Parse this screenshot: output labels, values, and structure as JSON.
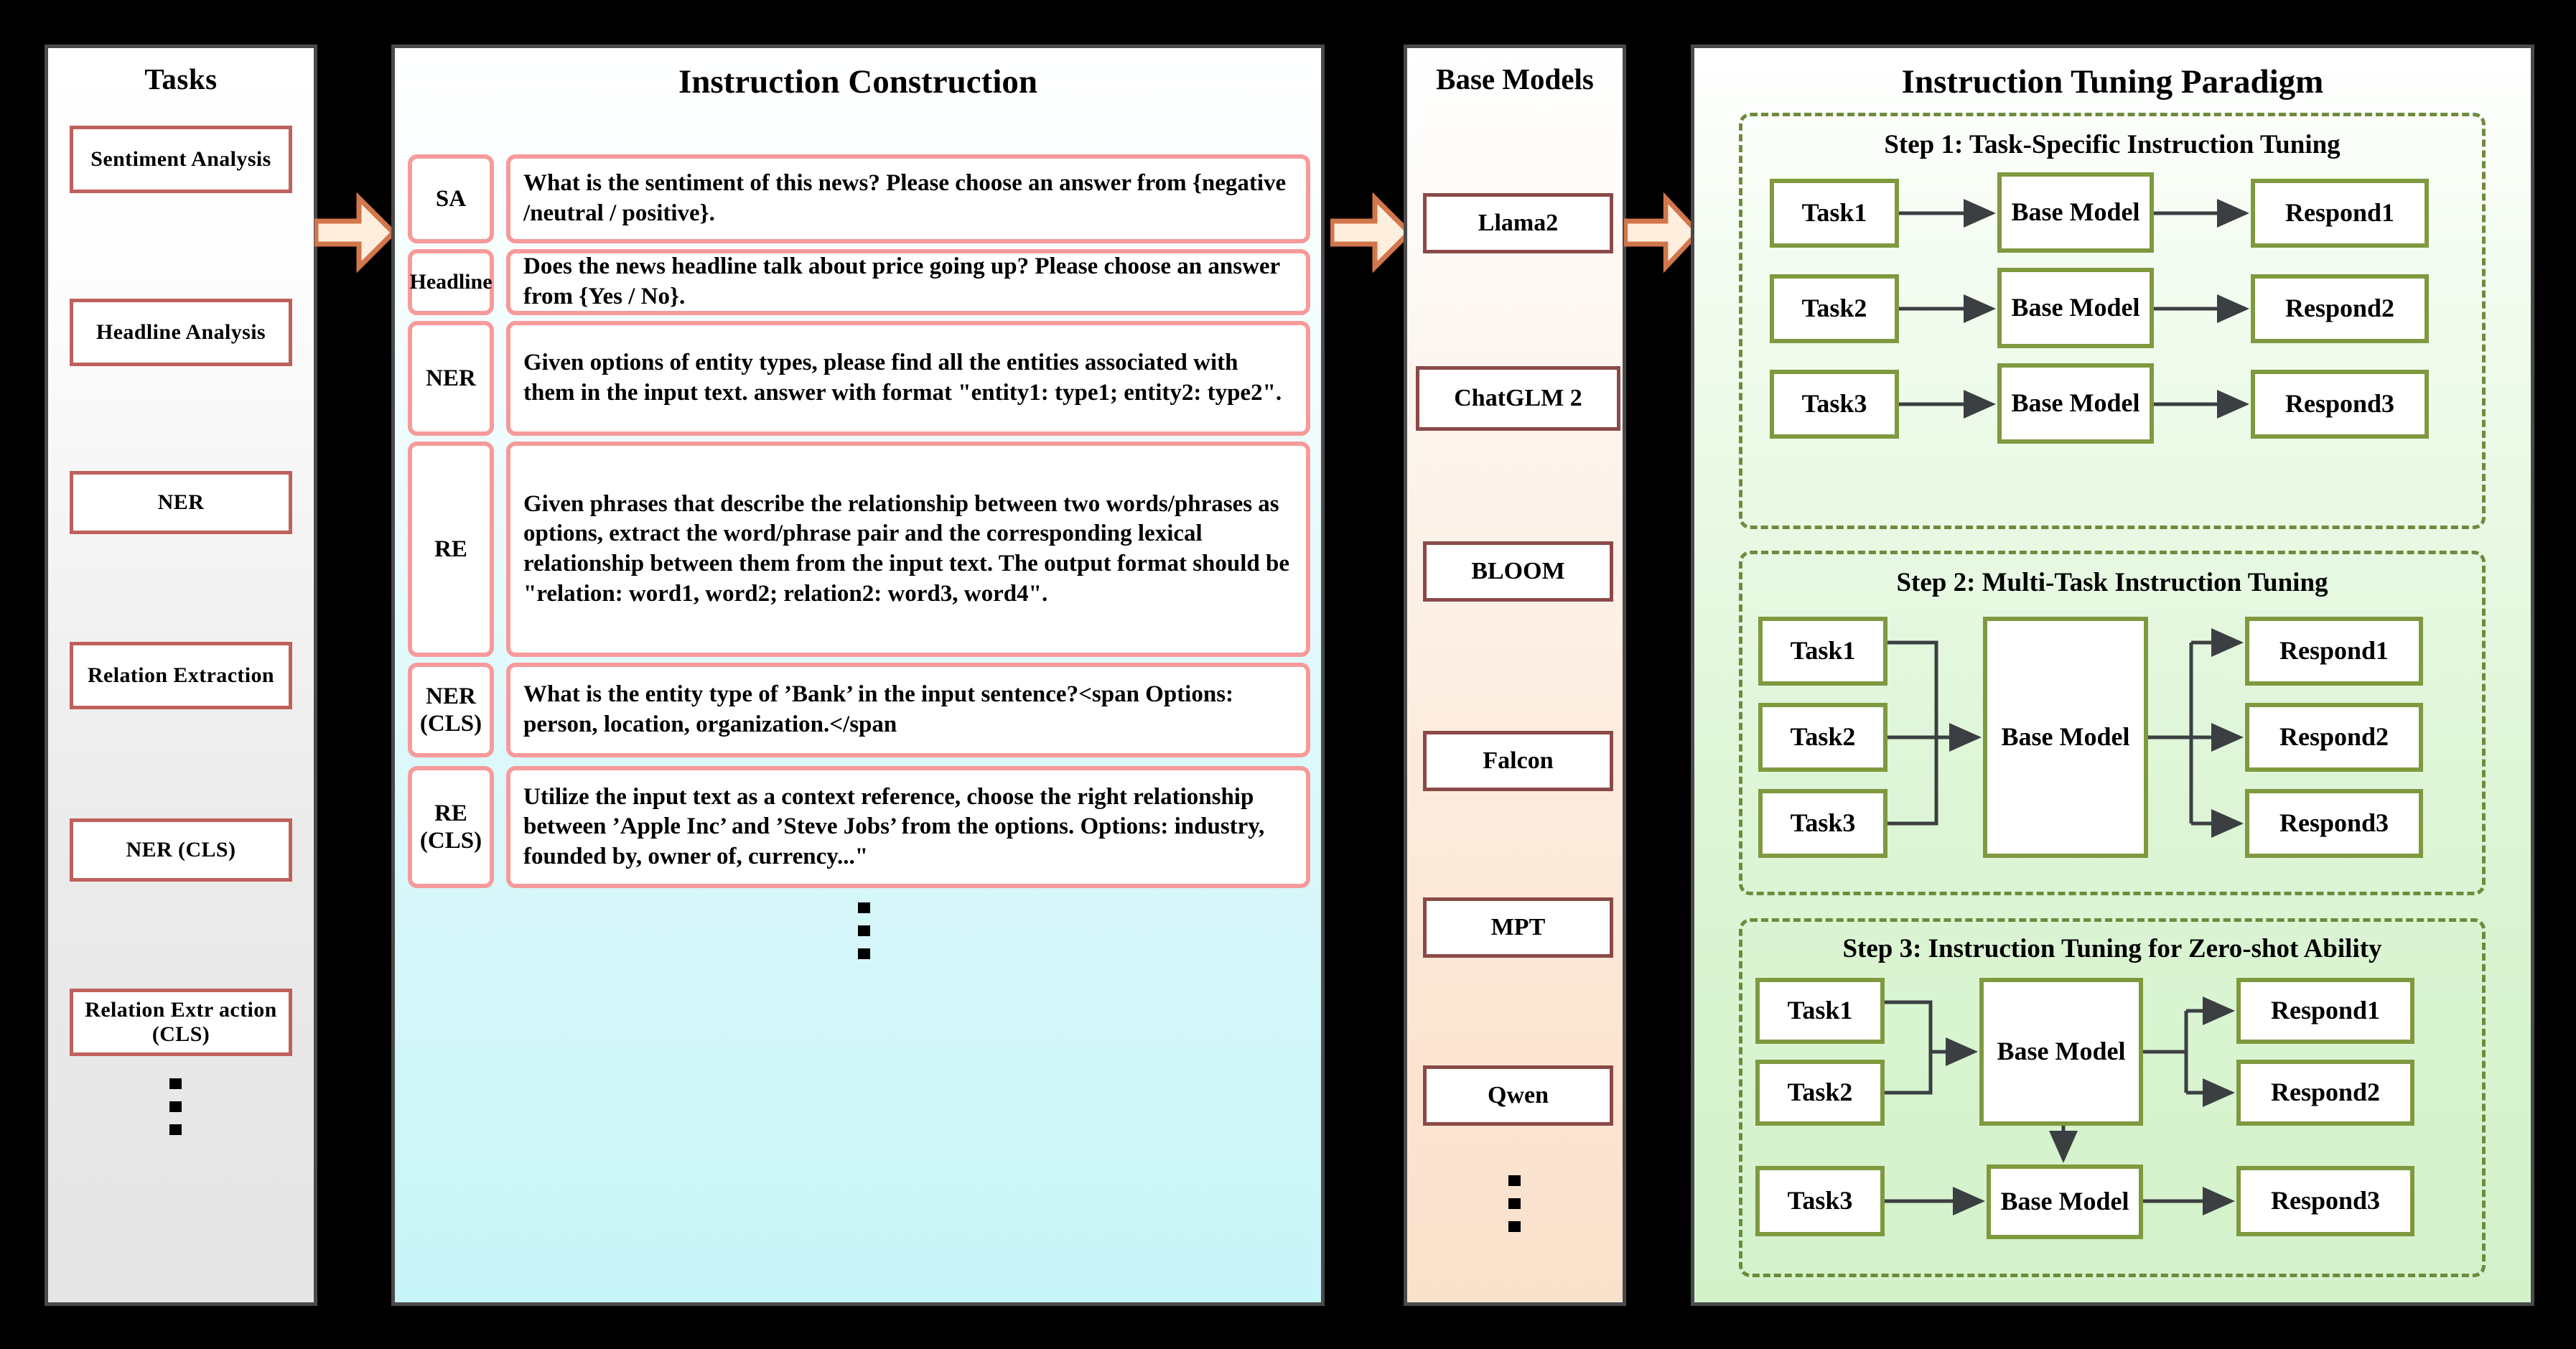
{
  "colors": {
    "page_background": "#000000",
    "panel_border": "#4a4a4d",
    "task_box_border": "#c0605c",
    "instruction_box_border": "#f79a9a",
    "base_model_box_border": "#8a4a48",
    "paradigm_box_border": "#7f993f",
    "dashed_group_border": "#6e8b3d",
    "arrow_fill": "#fdeedd",
    "arrow_stroke": "#d2764b",
    "connector_arrow": "#3b3f42"
  },
  "tasks": {
    "title": "Tasks",
    "items": [
      {
        "label": "Sentiment Analysis"
      },
      {
        "label": "Headline Analysis"
      },
      {
        "label": "NER"
      },
      {
        "label": "Relation Extraction"
      },
      {
        "label": "NER (CLS)"
      },
      {
        "label": "Relation Extr action (CLS)"
      }
    ],
    "ellipsis": "⋮"
  },
  "instruction_construction": {
    "title": "Instruction Construction",
    "rows": [
      {
        "tag": "SA",
        "text": "What is the sentiment of this news? Please choose an answer from {negative /neutral / positive}."
      },
      {
        "tag": "Headline",
        "text": "Does the news headline talk about price going up? Please choose an answer from {Yes / No}."
      },
      {
        "tag": "NER",
        "text": "Given options of entity types, please find all the entities associated with them in the input text. answer with format \"entity1: type1; entity2: type2\"."
      },
      {
        "tag": "RE",
        "text": "Given phrases that describe the relationship between two words/phrases as options, extract the word/phrase pair and the corresponding lexical relationship between them from the input text. The output format should be \"relation: word1, word2; relation2: word3, word4\"."
      },
      {
        "tag": "NER (CLS)",
        "text": "What is the entity type of ’Bank’ in the input sentence?<span Options: person, location, organization.</span"
      },
      {
        "tag": "RE (CLS)",
        "text": "Utilize the input text as a context reference, choose the right relationship between ’Apple Inc’ and ’Steve Jobs’ from the options. Options: industry, founded by, owner of, currency...\""
      }
    ],
    "ellipsis": "⋮"
  },
  "base_models": {
    "title": "Base Models",
    "items": [
      {
        "label": "Llama2"
      },
      {
        "label": "ChatGLM 2"
      },
      {
        "label": "BLOOM"
      },
      {
        "label": "Falcon"
      },
      {
        "label": "MPT"
      },
      {
        "label": "Qwen"
      }
    ],
    "ellipsis": "⋮"
  },
  "paradigm": {
    "title": "Instruction Tuning Paradigm",
    "steps": [
      {
        "title": "Step 1: Task-Specific Instruction Tuning",
        "tasks": [
          "Task1",
          "Task2",
          "Task3"
        ],
        "models": [
          "Base Model",
          "Base Model",
          "Base Model"
        ],
        "responds": [
          "Respond1",
          "Respond2",
          "Respond3"
        ]
      },
      {
        "title": "Step 2: Multi-Task Instruction Tuning",
        "tasks": [
          "Task1",
          "Task2",
          "Task3"
        ],
        "models": [
          "Base Model"
        ],
        "responds": [
          "Respond1",
          "Respond2",
          "Respond3"
        ]
      },
      {
        "title": "Step 3: Instruction Tuning for Zero-shot Ability",
        "tasks": [
          "Task1",
          "Task2",
          "Task3"
        ],
        "models": [
          "Base Model",
          "Base Model"
        ],
        "responds": [
          "Respond1",
          "Respond2",
          "Respond3"
        ]
      }
    ]
  },
  "flow_arrows": [
    {
      "name": "tasks-to-instruction"
    },
    {
      "name": "instruction-to-models"
    },
    {
      "name": "models-to-paradigm"
    }
  ]
}
